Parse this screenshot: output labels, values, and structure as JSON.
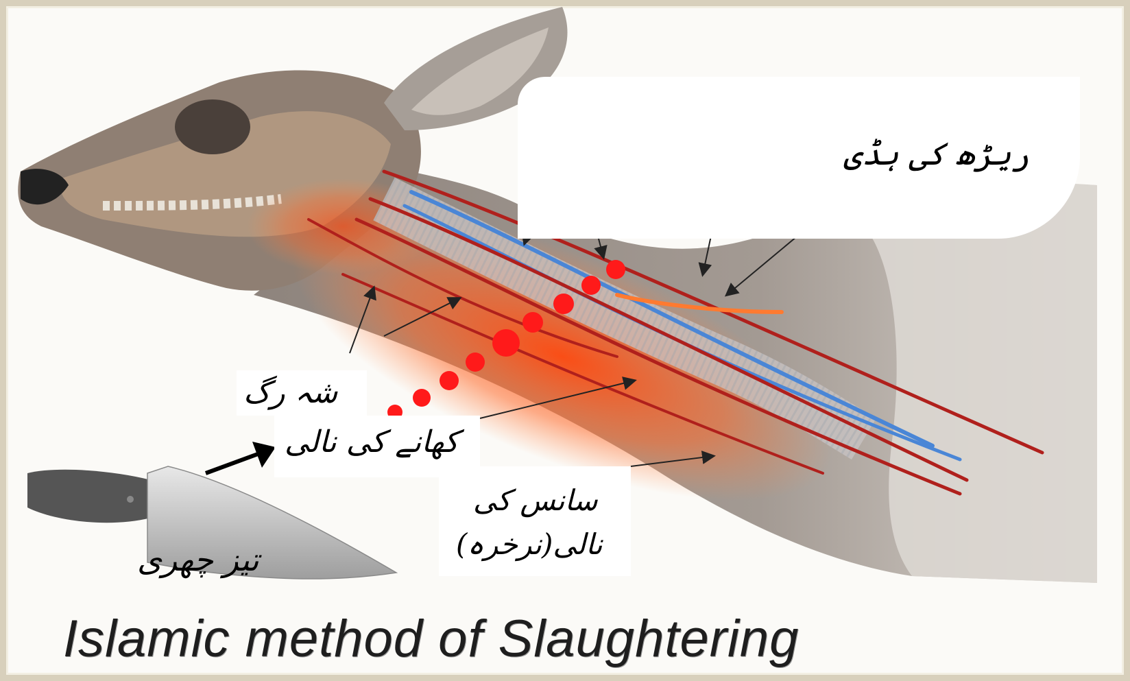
{
  "labels": {
    "spine": "ریڑھ کی ہڈی",
    "jugular_vein": "شہ رگ",
    "esophagus": "کھانے کی نالی",
    "windpipe_line1": "سانس کی",
    "windpipe_line2": "نالی(نرخرہ)",
    "knife": "تیز چھری"
  },
  "caption": "Islamic method of Slaughtering",
  "colors": {
    "background": "#f3efe3",
    "skin": "#9b9089",
    "skin_light": "#d8d2cb",
    "bone": "#b79d86",
    "artery": "#b0201c",
    "glow": "#ff5a1a",
    "vein": "#4a86d6",
    "cut_dot": "#ff1a1a",
    "knife_blade": "#c8c8c8",
    "knife_handle": "#555555"
  },
  "icons": [
    "goat-head-illustration",
    "knife-icon",
    "arrow-icon"
  ]
}
